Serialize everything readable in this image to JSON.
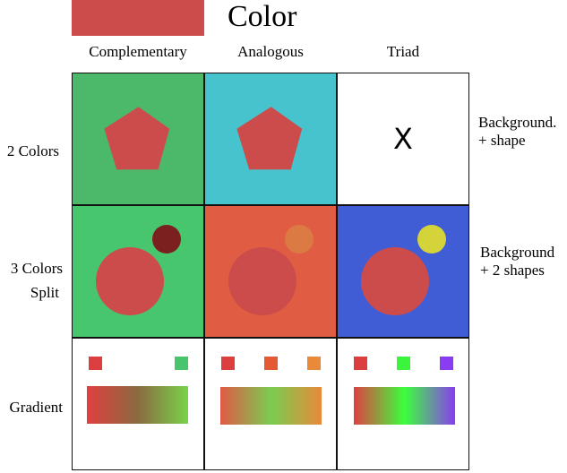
{
  "header": {
    "title": "Color",
    "base_color": "#cc4c4c"
  },
  "columns": [
    "Complementary",
    "Analogous",
    "Triad"
  ],
  "rows": {
    "two_colors": "2 Colors",
    "three_colors": [
      "3 Colors",
      "Split"
    ],
    "gradient": "Gradient"
  },
  "notes": {
    "row1": [
      "Background.",
      "+ shape"
    ],
    "row2": [
      "Background",
      "+ 2 shapes"
    ]
  },
  "cells": {
    "r1": [
      {
        "background": "#4cb96a",
        "shape": "pentagon",
        "shape_color": "#cc4c4c"
      },
      {
        "background": "#46c3cc",
        "shape": "pentagon",
        "shape_color": "#cc4c4c"
      },
      {
        "background": "#ffffff",
        "mark": "X"
      }
    ],
    "r2": [
      {
        "background": "#47c66d",
        "big_color": "#cc4c4c",
        "small_color": "#7c1f1f"
      },
      {
        "background": "#e05d44",
        "big_color": "#cc4c4c",
        "small_color": "#dc7a44"
      },
      {
        "background": "#415dd6",
        "big_color": "#cc4c4c",
        "small_color": "#d4d43a"
      }
    ],
    "r3": [
      {
        "swatches": [
          "#dc3f3f",
          "#48c46c"
        ],
        "gradient": [
          "#e04040",
          "#8a6a40",
          "#7ad24a"
        ]
      },
      {
        "swatches": [
          "#dc3f3f",
          "#e55a35",
          "#e88a3a"
        ],
        "gradient": [
          "#e05a45",
          "#7acc50",
          "#e88a3a"
        ]
      },
      {
        "swatches": [
          "#dc3f3f",
          "#3cf43c",
          "#8a3cf0"
        ],
        "gradient": [
          "#e04040",
          "#3cff3c",
          "#8a3cf0"
        ]
      }
    ]
  }
}
